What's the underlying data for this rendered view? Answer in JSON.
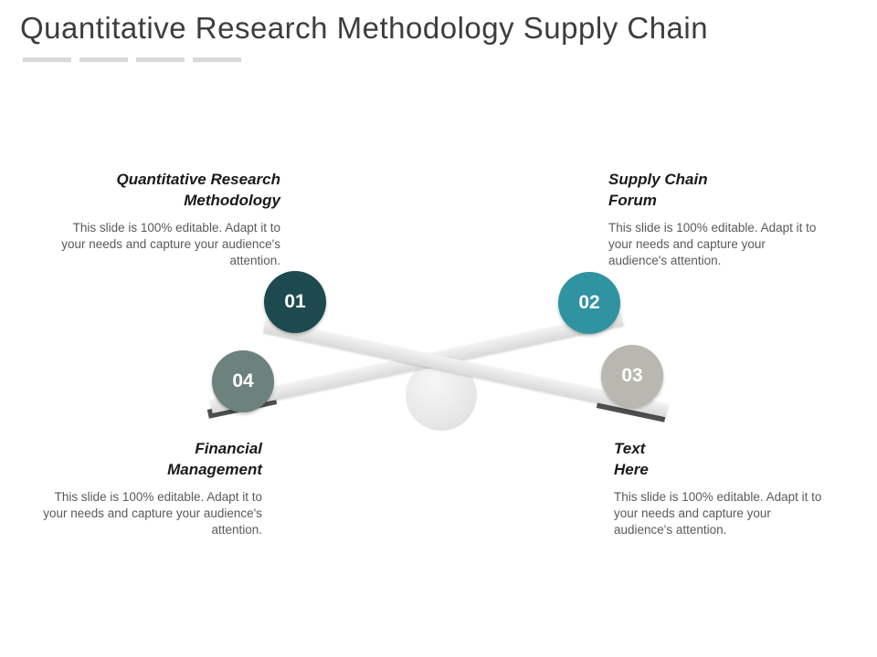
{
  "slide": {
    "title": "Quantitative Research Methodology Supply Chain",
    "accent_dashes": [
      "#d9d9d9",
      "#d9d9d9",
      "#d9d9d9",
      "#d9d9d9"
    ]
  },
  "diagram": {
    "type": "seesaw-balance",
    "beam_color": "#e6e6e6",
    "beam_edge_color": "#4f4f4f",
    "pivot_ball_color": "#e9e9e9"
  },
  "items": [
    {
      "number": "01",
      "title": "Quantitative Research\nMethodology",
      "body": "This slide is 100% editable. Adapt it to your needs and capture your audience's attention.",
      "color": "#1d4a4f"
    },
    {
      "number": "02",
      "title": "Supply Chain\nForum",
      "body": "This slide is 100% editable. Adapt it to your needs and capture your audience's attention.",
      "color": "#2f93a1"
    },
    {
      "number": "03",
      "title": "Text\nHere",
      "body": "This slide is 100% editable. Adapt it to your needs and capture your audience's attention.",
      "color": "#b8b8b0"
    },
    {
      "number": "04",
      "title": "Financial\nManagement",
      "body": "This slide is 100% editable. Adapt it to your needs and capture your audience's attention.",
      "color": "#6d817d"
    }
  ]
}
